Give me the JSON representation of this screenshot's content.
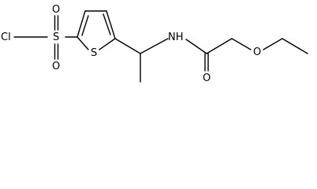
{
  "structure": {
    "atoms": {
      "cl": "Cl",
      "s_sulfonyl": "S",
      "o_top": "O",
      "o_bottom": "O",
      "s_ring": "S",
      "nh": "NH",
      "o_carbonyl": "O",
      "o_ether": "O"
    }
  },
  "colors": {
    "ink": "#000000",
    "background": "#ffffff"
  }
}
